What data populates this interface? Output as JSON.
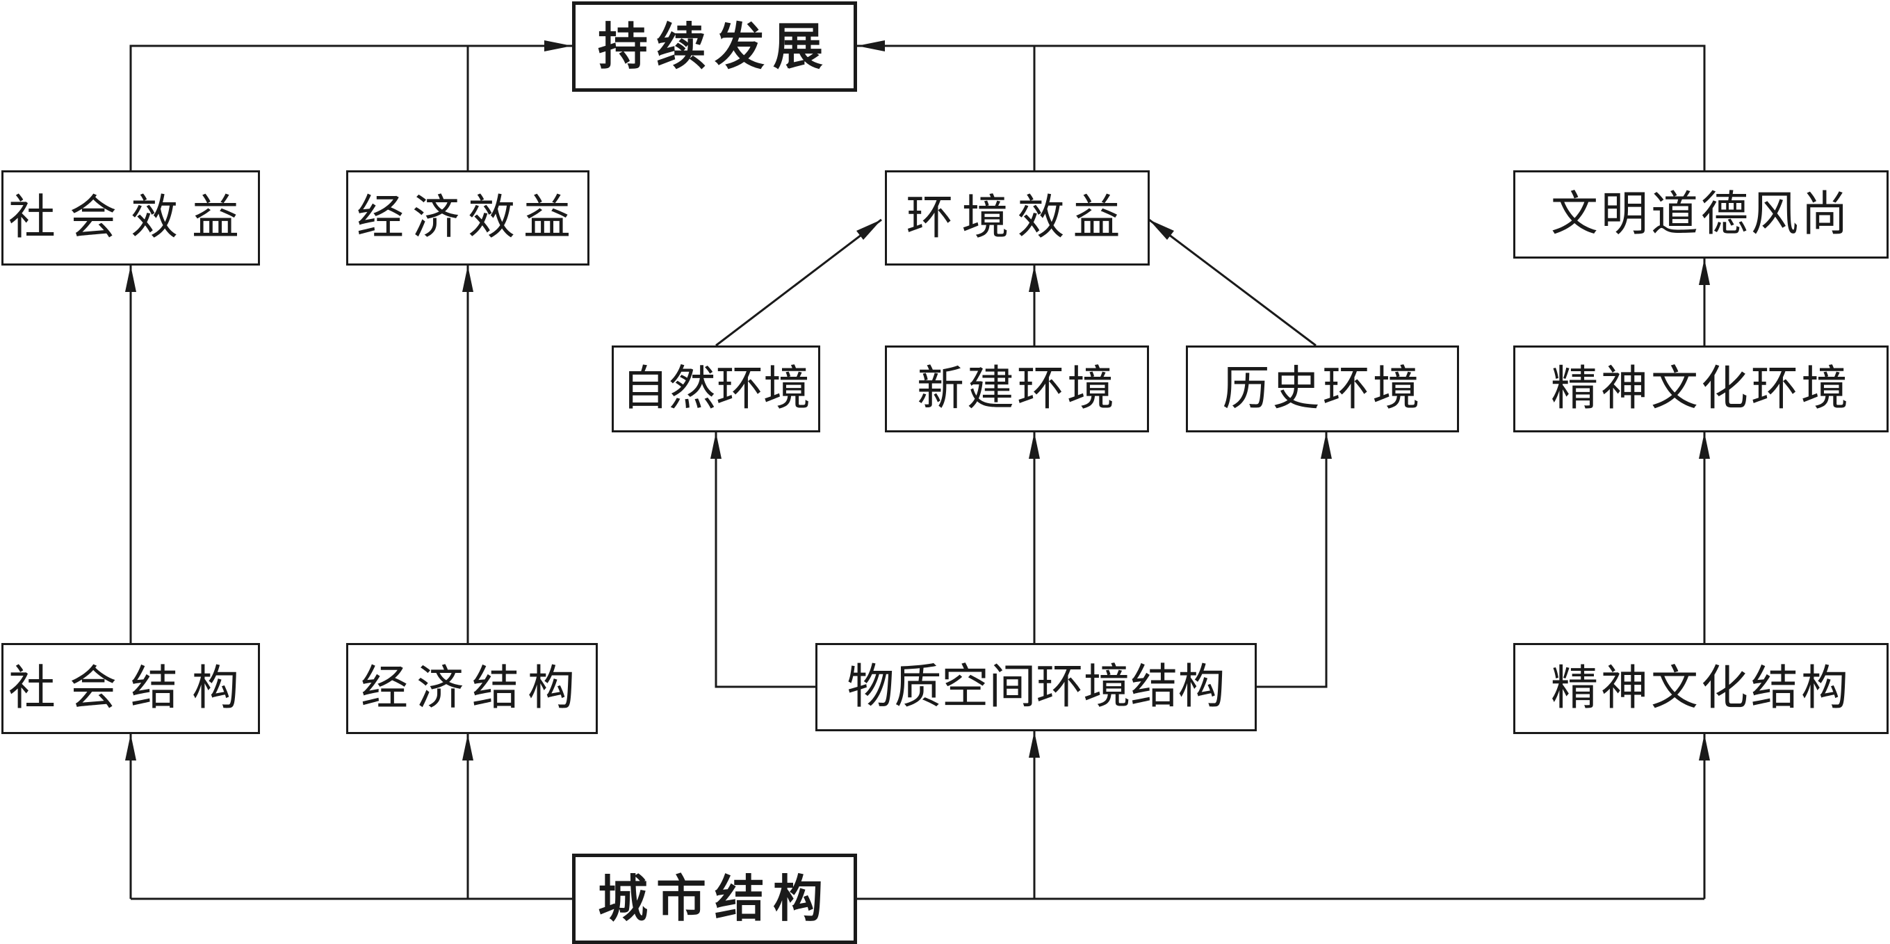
{
  "nodes": {
    "sustainable": "持续发展",
    "social_benefit": "社会效益",
    "economic_benefit": "经济效益",
    "environmental_benefit": "环境效益",
    "civilization_ethos": "文明道德风尚",
    "natural_env": "自然环境",
    "new_built_env": "新建环境",
    "historic_env": "历史环境",
    "spiritual_culture_env": "精神文化环境",
    "social_structure": "社会结构",
    "economic_structure": "经济结构",
    "physical_space_structure": "物质空间环境结构",
    "spiritual_culture_structure": "精神文化结构",
    "urban_structure": "城市结构"
  },
  "colors": {
    "line": "#1a1a1a",
    "background": "#ffffff"
  }
}
